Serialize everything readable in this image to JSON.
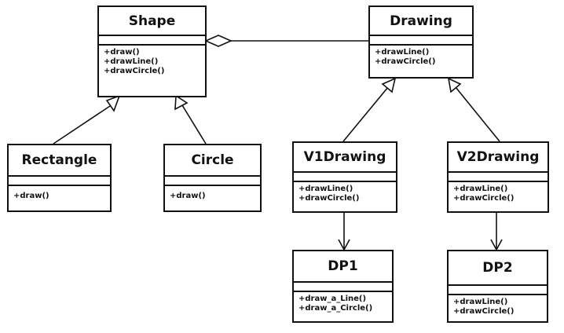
{
  "classes": {
    "shape": {
      "name": "Shape",
      "operations": [
        "+draw()",
        "+drawLine()",
        "+drawCircle()"
      ]
    },
    "drawing": {
      "name": "Drawing",
      "operations": [
        "+drawLine()",
        "+drawCircle()"
      ]
    },
    "rectangle": {
      "name": "Rectangle",
      "operations": [
        "+draw()"
      ]
    },
    "circle": {
      "name": "Circle",
      "operations": [
        "+draw()"
      ]
    },
    "v1drawing": {
      "name": "V1Drawing",
      "operations": [
        "+drawLine()",
        "+drawCircle()"
      ]
    },
    "v2drawing": {
      "name": "V2Drawing",
      "operations": [
        "+drawLine()",
        "+drawCircle()"
      ]
    },
    "dp1": {
      "name": "DP1",
      "operations": [
        "+draw_a_Line()",
        "+draw_a_Circle()"
      ]
    },
    "dp2": {
      "name": "DP2",
      "operations": [
        "+drawLine()",
        "+drawCircle()"
      ]
    }
  },
  "relations": [
    {
      "type": "aggregation",
      "from": "shape",
      "to": "drawing"
    },
    {
      "type": "generalization",
      "from": "rectangle",
      "to": "shape"
    },
    {
      "type": "generalization",
      "from": "circle",
      "to": "shape"
    },
    {
      "type": "generalization",
      "from": "v1drawing",
      "to": "drawing"
    },
    {
      "type": "generalization",
      "from": "v2drawing",
      "to": "drawing"
    },
    {
      "type": "association",
      "from": "v1drawing",
      "to": "dp1"
    },
    {
      "type": "association",
      "from": "v2drawing",
      "to": "dp2"
    }
  ]
}
